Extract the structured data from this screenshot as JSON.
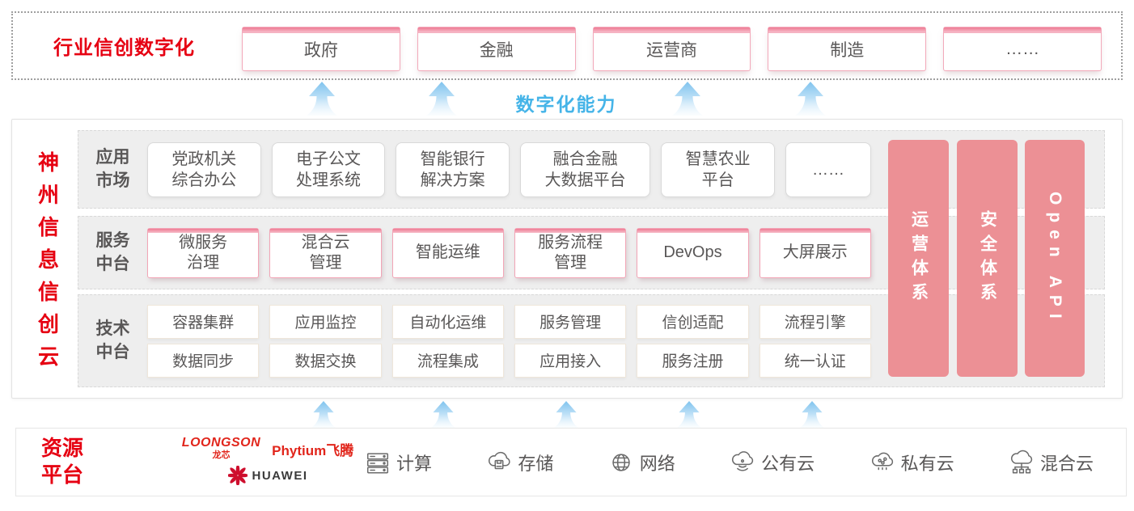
{
  "top_band": {
    "label": "行业信创数字化",
    "boxes": [
      "政府",
      "金融",
      "运营商",
      "制造",
      "……"
    ]
  },
  "capability_label": "数字化能力",
  "main": {
    "vertical_title": "神州信息信创云",
    "rows": [
      {
        "label": "应用\n市场",
        "boxes": [
          "党政机关\n综合办公",
          "电子公文\n处理系统",
          "智能银行\n解决方案",
          "融合金融\n大数据平台",
          "智慧农业\n平台",
          "……"
        ]
      },
      {
        "label": "服务\n中台",
        "boxes": [
          "微服务\n治理",
          "混合云\n管理",
          "智能运维",
          "服务流程\n管理",
          "DevOps",
          "大屏展示"
        ]
      },
      {
        "label": "技术\n中台",
        "boxes_top": [
          "容器集群",
          "应用监控",
          "自动化运维",
          "服务管理",
          "信创适配",
          "流程引擎"
        ],
        "boxes_bottom": [
          "数据同步",
          "数据交换",
          "流程集成",
          "应用接入",
          "服务注册",
          "统一认证"
        ]
      }
    ],
    "side_bars": [
      "运营体系",
      "安全体系",
      "Open API"
    ]
  },
  "bottom": {
    "label": "资源\n平台",
    "vendors": {
      "loongson": "LOONGSON",
      "loongson_sub": "龙芯",
      "phytium": "Phytium飞腾",
      "huawei": "HUAWEI"
    },
    "resources": [
      {
        "icon": "server-rack-icon",
        "label": "计算"
      },
      {
        "icon": "cloud-storage-icon",
        "label": "存储"
      },
      {
        "icon": "network-globe-icon",
        "label": "网络"
      },
      {
        "icon": "public-cloud-icon",
        "label": "公有云"
      },
      {
        "icon": "private-cloud-icon",
        "label": "私有云"
      },
      {
        "icon": "hybrid-cloud-icon",
        "label": "混合云"
      }
    ]
  },
  "colors": {
    "brand_red": "#e60012",
    "salmon_bar": "#ec9095",
    "pink_border": "#f2a5b6",
    "blue_accent": "#45b4e8",
    "text_dark": "#595757",
    "strip_gray": "#eeeeee"
  }
}
